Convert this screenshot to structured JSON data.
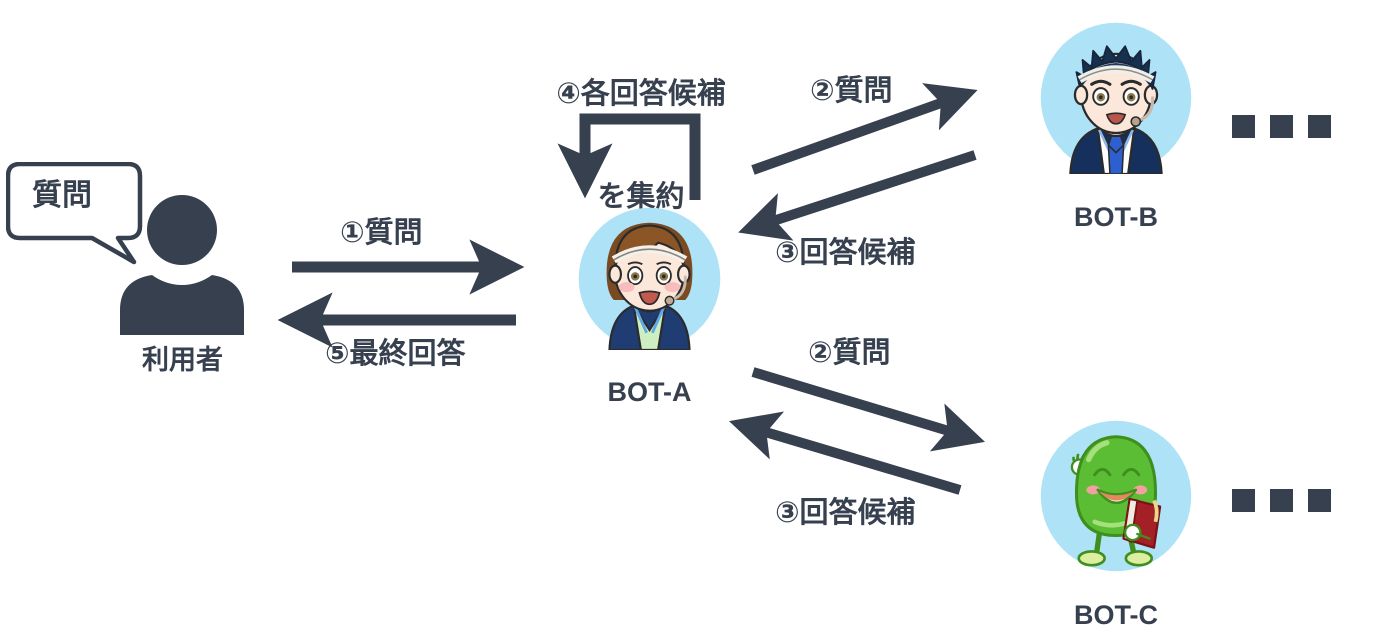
{
  "diagram": {
    "title": "Multi-bot question routing flow",
    "colors": {
      "ink": "#36404f",
      "avatar_bg": "#ade2f7",
      "bot_c_body": "#5bbd34",
      "book_red": "#a51f27",
      "background": "#ffffff"
    },
    "speech_bubble": {
      "text": "質問"
    },
    "actors": [
      {
        "id": "user",
        "name": "利用者",
        "icon": "user-silhouette-icon"
      },
      {
        "id": "bot-a",
        "name": "BOT-A",
        "icon": "female-operator-avatar-icon"
      },
      {
        "id": "bot-b",
        "name": "BOT-B",
        "icon": "male-operator-avatar-icon"
      },
      {
        "id": "bot-c",
        "name": "BOT-C",
        "icon": "green-mascot-avatar-icon"
      }
    ],
    "flows": [
      {
        "id": "f1",
        "step": "①",
        "label": "①質問",
        "from": "user",
        "to": "bot-a"
      },
      {
        "id": "f5",
        "step": "⑤",
        "label": "⑤最終回答",
        "from": "bot-a",
        "to": "user"
      },
      {
        "id": "f4",
        "step": "④",
        "label": "④各回答候補\nを集約",
        "line1": "④各回答候補",
        "line2": "を集約",
        "from": "bot-a",
        "to": "bot-a"
      },
      {
        "id": "f2b",
        "step": "②",
        "label": "②質問",
        "from": "bot-a",
        "to": "bot-b"
      },
      {
        "id": "f3b",
        "step": "③",
        "label": "③回答候補",
        "from": "bot-b",
        "to": "bot-a"
      },
      {
        "id": "f2c",
        "step": "②",
        "label": "②質問",
        "from": "bot-a",
        "to": "bot-c"
      },
      {
        "id": "f3c",
        "step": "③",
        "label": "③回答候補",
        "from": "bot-c",
        "to": "bot-a"
      }
    ],
    "ellipses": [
      {
        "id": "more-bots-top",
        "near": "bot-b",
        "dots": 3
      },
      {
        "id": "more-bots-bottom",
        "near": "bot-c",
        "dots": 3
      }
    ]
  }
}
